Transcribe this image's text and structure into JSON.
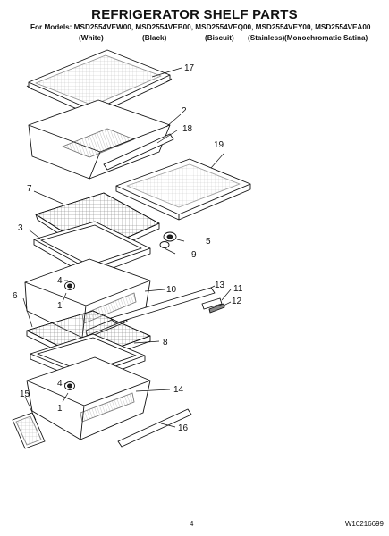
{
  "header": {
    "title": "REFRIGERATOR SHELF PARTS",
    "models_line": "For Models: MSD2554VEW00, MSD2554VEB00, MSD2554VEQ00, MSD2554VEY00, MSD2554VEA00",
    "variants": [
      "(White)",
      "(Black)",
      "(Biscuit)",
      "(Stainless)",
      "(Monochromatic Satina)"
    ]
  },
  "callouts": [
    "17",
    "2",
    "18",
    "19",
    "7",
    "3",
    "5",
    "9",
    "4",
    "1",
    "10",
    "13",
    "11",
    "12",
    "6",
    "8",
    "4",
    "1",
    "14",
    "15",
    "16"
  ],
  "footer": {
    "page_number": "4",
    "document_id": "W10216699"
  }
}
